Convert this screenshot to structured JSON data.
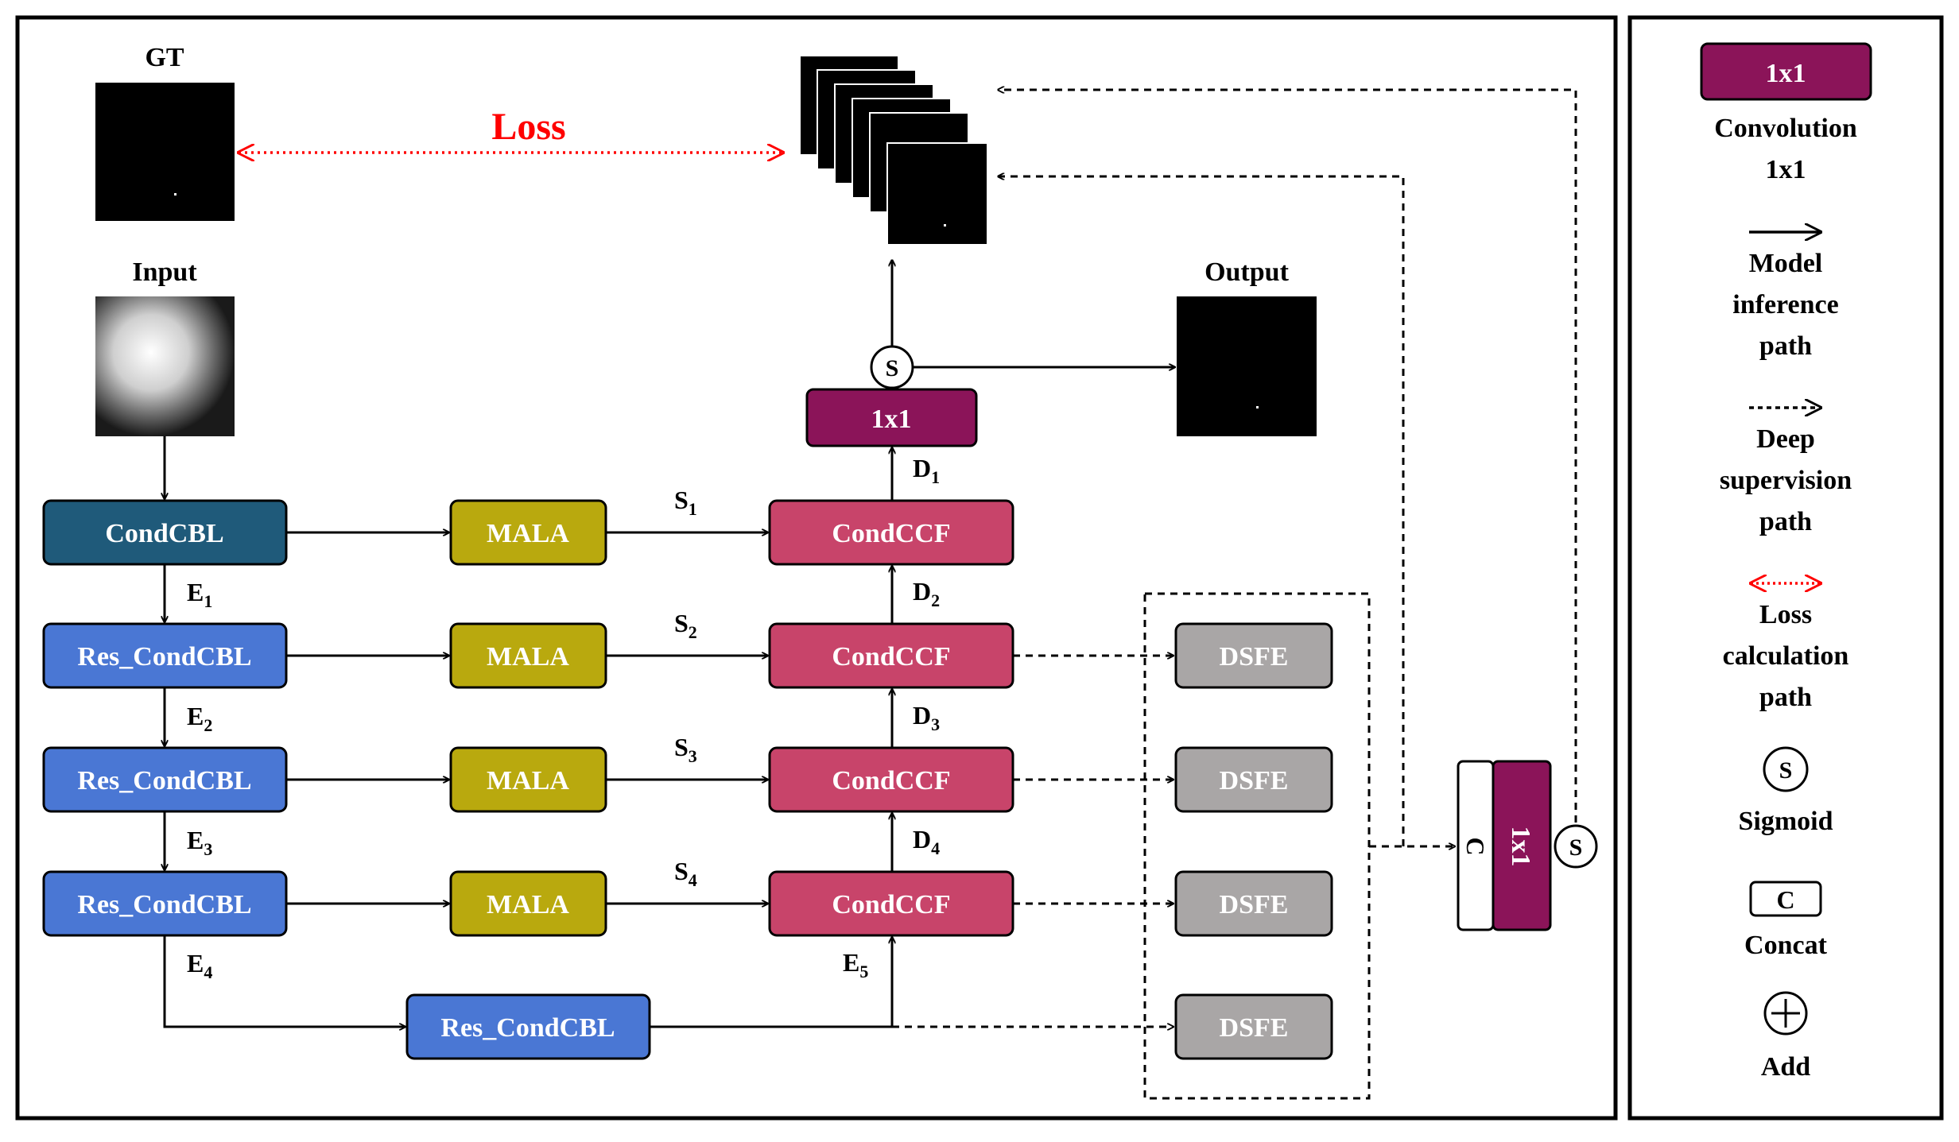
{
  "images": {
    "gt": "GT",
    "input": "Input",
    "output": "Output"
  },
  "loss_label": "Loss",
  "encoder": [
    {
      "label": "CondCBL"
    },
    {
      "label": "Res_CondCBL"
    },
    {
      "label": "Res_CondCBL"
    },
    {
      "label": "Res_CondCBL"
    },
    {
      "label": "Res_CondCBL"
    }
  ],
  "mala": [
    "MALA",
    "MALA",
    "MALA",
    "MALA"
  ],
  "decoder": [
    "CondCCF",
    "CondCCF",
    "CondCCF",
    "CondCCF"
  ],
  "dsfe": [
    "DSFE",
    "DSFE",
    "DSFE",
    "DSFE"
  ],
  "conv_label": "1x1",
  "sigmoid_symbol": "S",
  "concat_symbol": "C",
  "edge_labels": {
    "E1": {
      "main": "E",
      "sub": "1"
    },
    "E2": {
      "main": "E",
      "sub": "2"
    },
    "E3": {
      "main": "E",
      "sub": "3"
    },
    "E4": {
      "main": "E",
      "sub": "4"
    },
    "E5": {
      "main": "E",
      "sub": "5"
    },
    "S1": {
      "main": "S",
      "sub": "1"
    },
    "S2": {
      "main": "S",
      "sub": "2"
    },
    "S3": {
      "main": "S",
      "sub": "3"
    },
    "S4": {
      "main": "S",
      "sub": "4"
    },
    "D1": {
      "main": "D",
      "sub": "1"
    },
    "D2": {
      "main": "D",
      "sub": "2"
    },
    "D3": {
      "main": "D",
      "sub": "3"
    },
    "D4": {
      "main": "D",
      "sub": "4"
    }
  },
  "legend": {
    "conv_box": "1x1",
    "conv_text": [
      "Convolution",
      "1x1"
    ],
    "model_path": [
      "Model",
      "inference",
      "path"
    ],
    "deep_path": [
      "Deep",
      "supervision",
      "path"
    ],
    "loss_path": [
      "Loss",
      "calculation",
      "path"
    ],
    "sigmoid_symbol": "S",
    "sigmoid_text": "Sigmoid",
    "concat_symbol": "C",
    "concat_text": "Concat",
    "add_text": "Add"
  },
  "colors": {
    "condcbl": "#1f5a7a",
    "res_condcbl": "#4a77d4",
    "mala": "#b9a90e",
    "condccf": "#c8446a",
    "conv": "#8b1459",
    "dsfe": "#a9a6a6",
    "loss": "#ff0000"
  }
}
